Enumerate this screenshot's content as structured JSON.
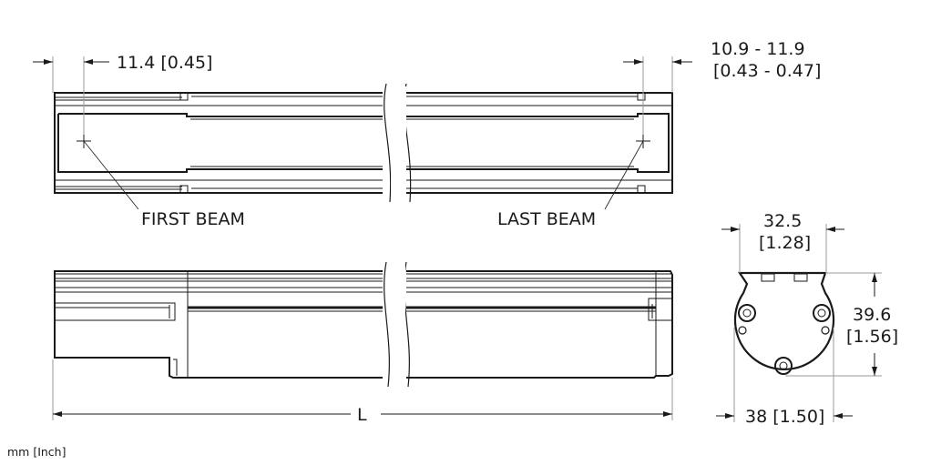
{
  "dimensions": {
    "first_beam_offset": "11.4 [0.45]",
    "last_beam_offset_mm": "10.9 - 11.9",
    "last_beam_offset_in": "[0.43 - 0.47]",
    "end_width_mm": "32.5",
    "end_width_in": "[1.28]",
    "height_mm": "39.6",
    "height_in": "[1.56]",
    "body_width": "38 [1.50]",
    "length": "L"
  },
  "labels": {
    "first_beam": "FIRST BEAM",
    "last_beam": "LAST BEAM",
    "units": "mm [Inch]"
  }
}
